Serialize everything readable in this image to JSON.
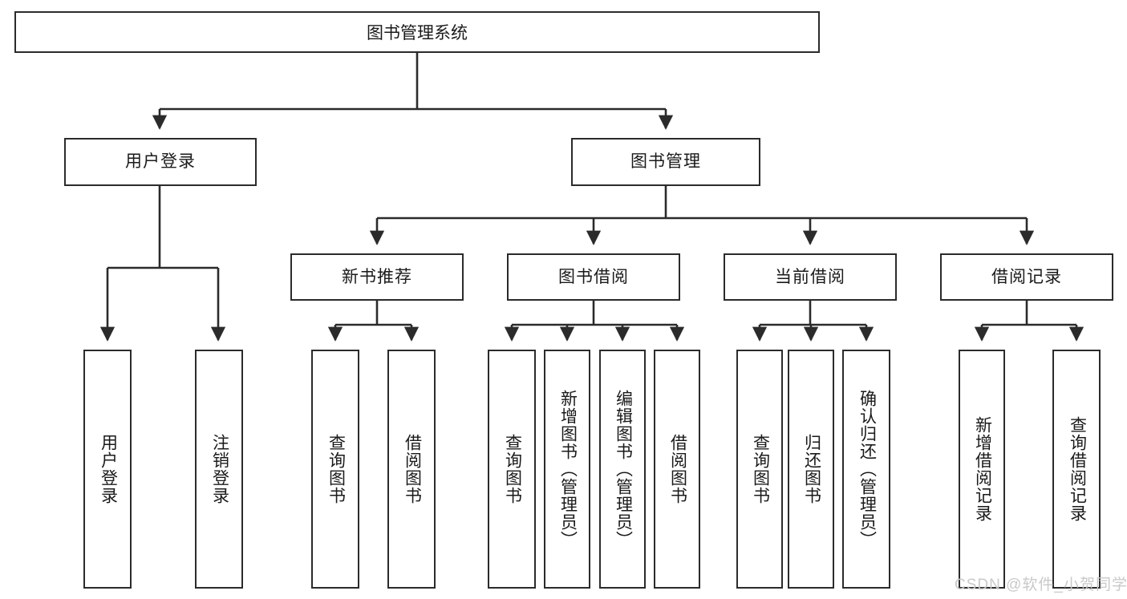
{
  "diagram": {
    "type": "tree-hierarchy",
    "title": "图书管理系统",
    "watermark": "CSDN @软件_小贺同学",
    "colors": {
      "stroke": "#2b2b2b",
      "fill": "#ffffff",
      "text": "#1a1a1a",
      "watermark": "#c9c9c9"
    },
    "nodes": {
      "root": "图书管理系统",
      "level2": [
        "用户登录",
        "图书管理"
      ],
      "level3": [
        "新书推荐",
        "图书借阅",
        "当前借阅",
        "借阅记录"
      ],
      "leaves": {
        "user_login": [
          "用户登录",
          "注销登录"
        ],
        "new_book_recommend": [
          "查询图书",
          "借阅图书"
        ],
        "book_borrow": [
          "查询图书",
          "新增图书（管理员）",
          "编辑图书（管理员）",
          "借阅图书"
        ],
        "current_borrow": [
          "查询图书",
          "归还图书",
          "确认归还（管理员）"
        ],
        "borrow_record": [
          "新增借阅记录",
          "查询借阅记录"
        ]
      }
    }
  }
}
